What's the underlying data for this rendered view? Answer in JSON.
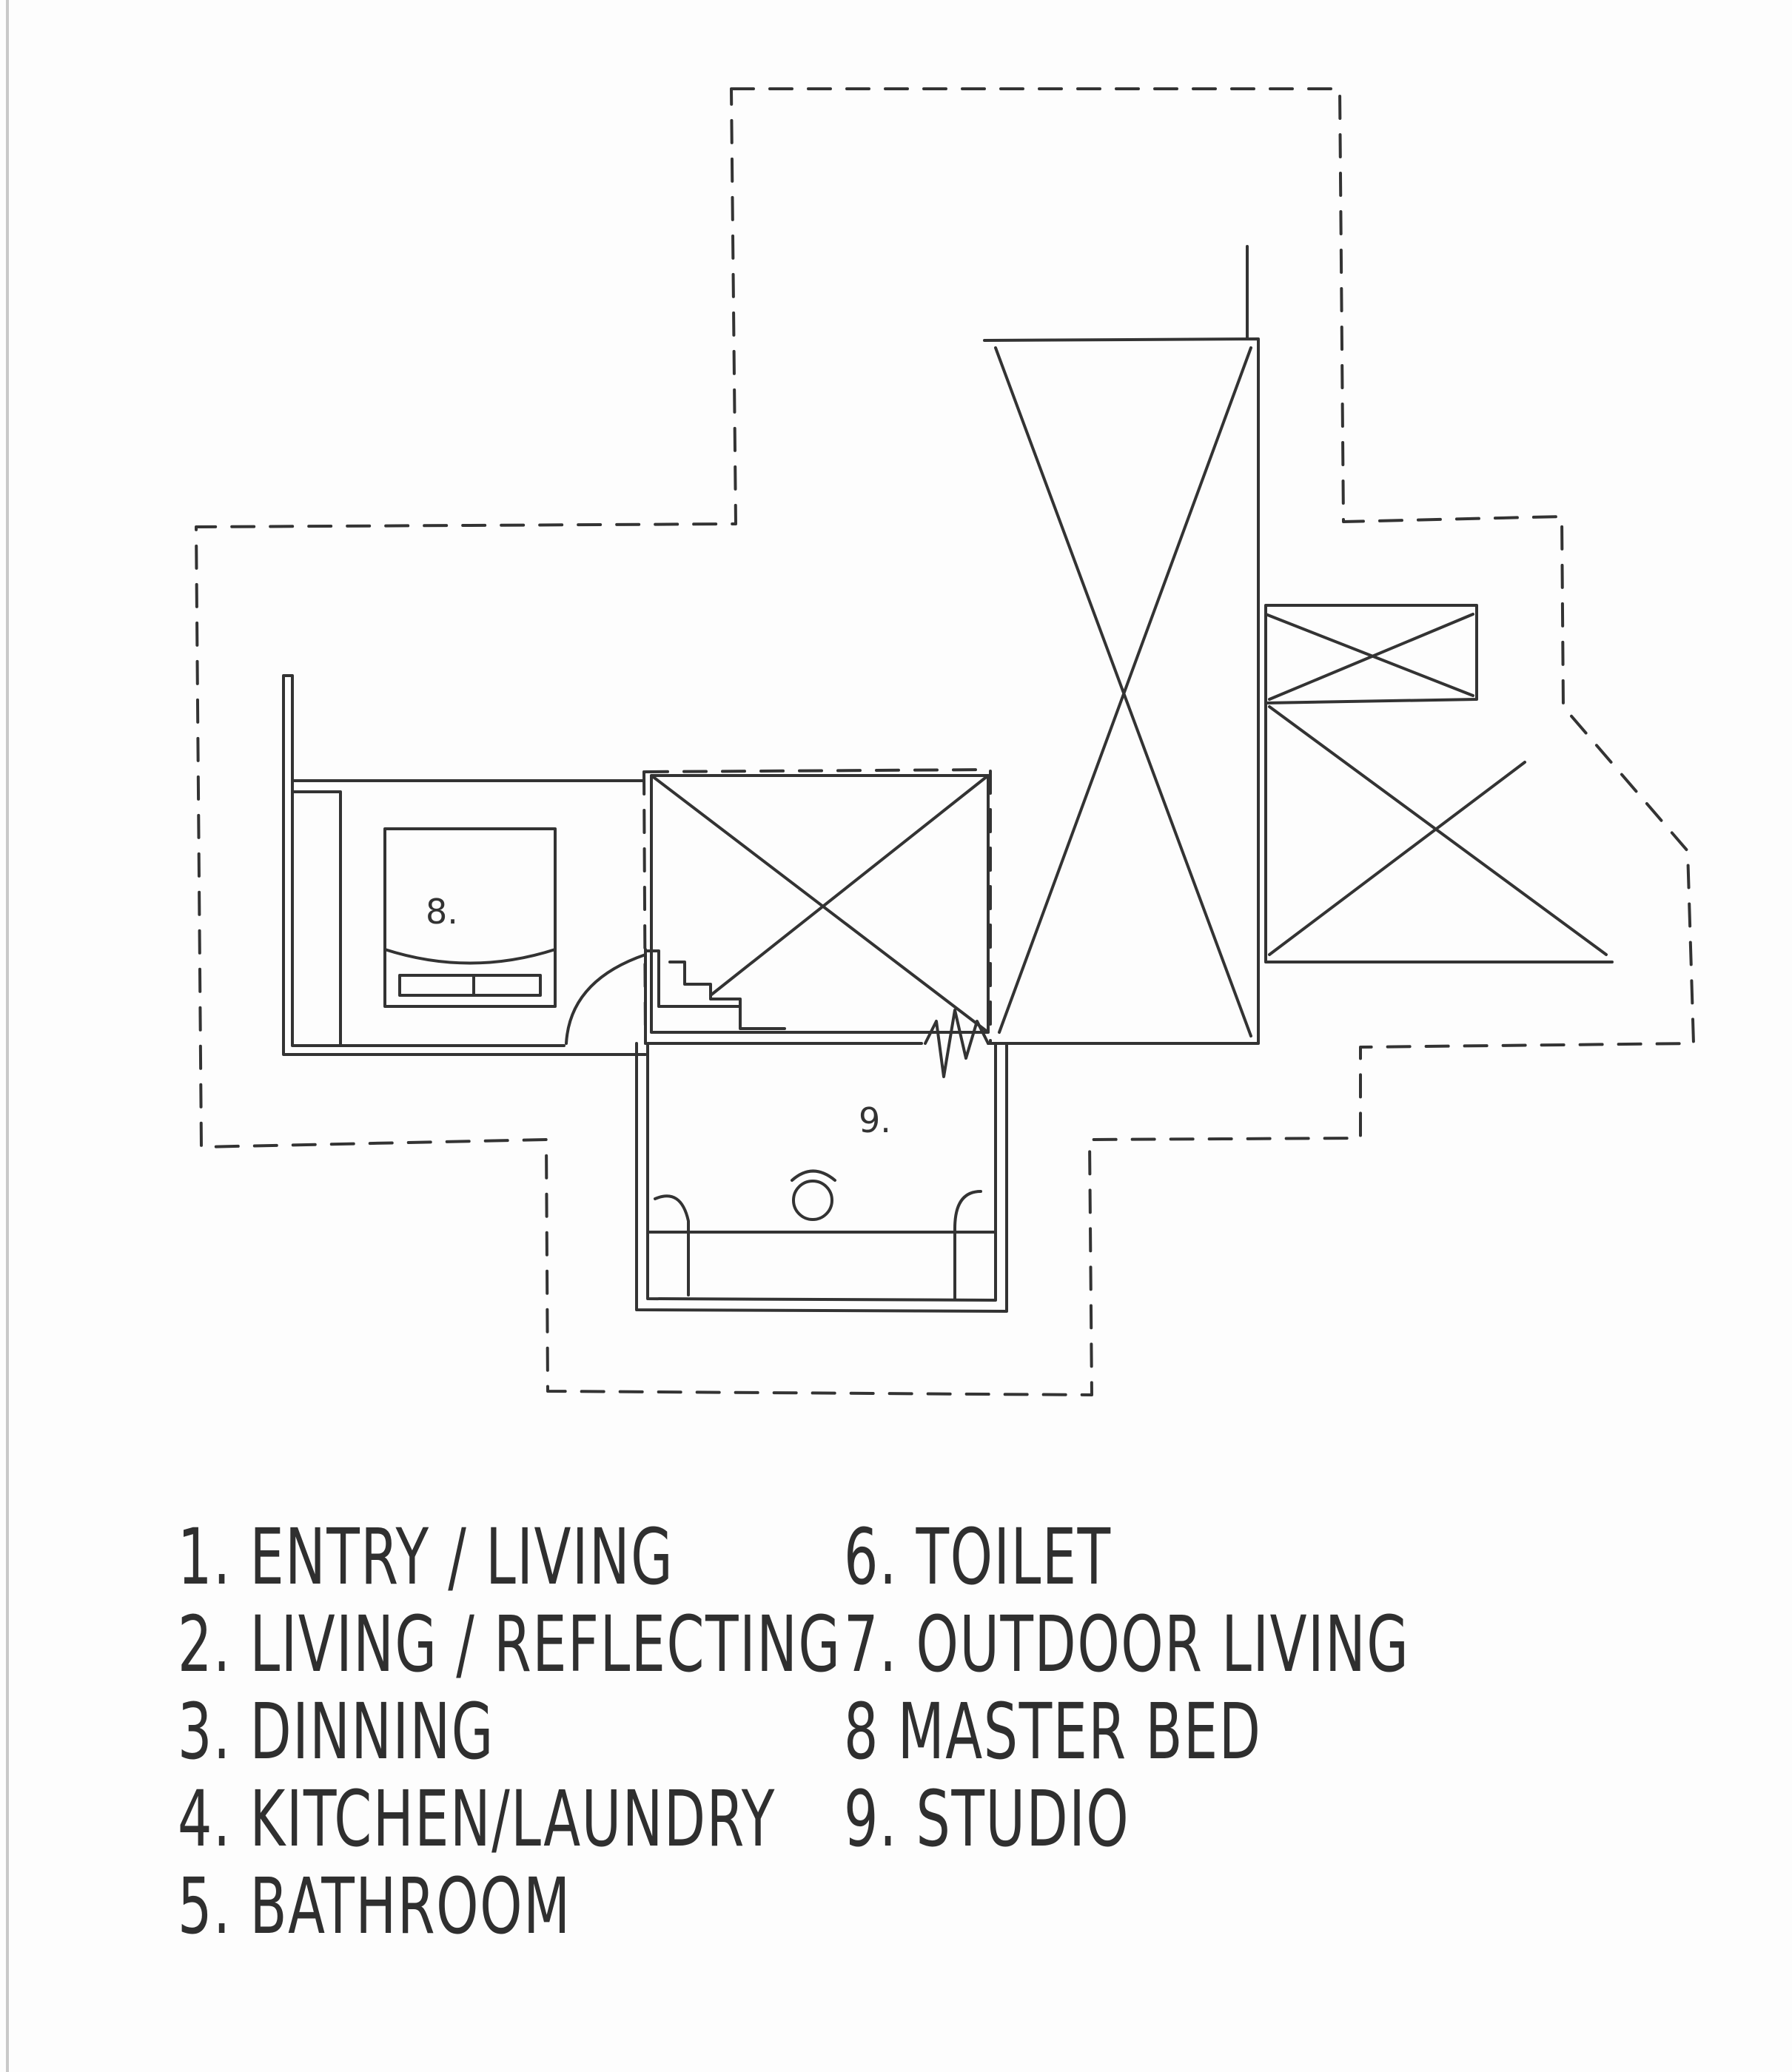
{
  "plan": {
    "room_markers": [
      "8.",
      "9."
    ]
  },
  "legend": {
    "left": [
      "1. ENTRY / LIVING",
      "2. LIVING / REFLECTING",
      "3. DINNING",
      "4. KITCHEN/LAUNDRY",
      "5. BATHROOM"
    ],
    "right": [
      "6. TOILET",
      "7. OUTDOOR LIVING",
      "8 MASTER BED",
      "9. STUDIO"
    ]
  },
  "colors": {
    "ink": "#333333",
    "paper": "#fdfdfd"
  }
}
